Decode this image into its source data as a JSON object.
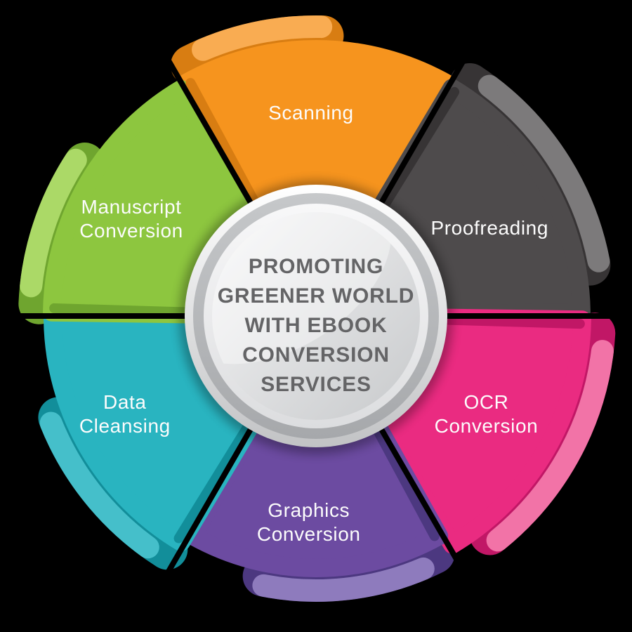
{
  "background_color": "#000000",
  "center_medallion": {
    "text_color": "#646466",
    "lines": [
      "PROMOTING",
      "GREENER WORLD",
      "WITH EBOOK",
      "CONVERSION",
      "SERVICES"
    ]
  },
  "wheel": {
    "gap_color": "#000000",
    "segments": [
      {
        "id": "scanning",
        "label": "Scanning",
        "label_lines": [
          "Scanning"
        ],
        "color": "#F6941E",
        "lip_color": "#F9AC52",
        "edge_color": "#D87D12",
        "start_angle": 330,
        "end_angle": 390,
        "lip_start": 337,
        "lip_end": 361,
        "radius": 393,
        "label_angle": 358.6,
        "label_radius": 289
      },
      {
        "id": "proofreading",
        "label": "Proofreading",
        "label_lines": [
          "Proofreading"
        ],
        "color": "#4E4B4C",
        "lip_color": "#7C7A7B",
        "edge_color": "#373435",
        "start_angle": 30,
        "end_angle": 90,
        "lip_start": 37,
        "lip_end": 79,
        "radius": 391,
        "label_angle": 63.2,
        "label_radius": 277
      },
      {
        "id": "ocr-conversion",
        "label": "OCR Conversion",
        "label_lines": [
          "OCR",
          "Conversion"
        ],
        "color": "#EA2B81",
        "lip_color": "#F273A7",
        "edge_color": "#C11766",
        "start_angle": 90,
        "end_angle": 150,
        "lip_start": 97,
        "lip_end": 141,
        "radius": 392,
        "label_angle": 120,
        "label_radius": 280
      },
      {
        "id": "graphics-conversion",
        "label": "Graphics Conversion",
        "label_lines": [
          "Graphics",
          "Conversion"
        ],
        "color": "#6C4BA1",
        "lip_color": "#8E7BBD",
        "edge_color": "#4C3880",
        "start_angle": 150,
        "end_angle": 210,
        "lip_start": 157,
        "lip_end": 191,
        "radius": 372,
        "label_angle": 182,
        "label_radius": 294
      },
      {
        "id": "data-cleansing",
        "label": "Data Cleansing",
        "label_lines": [
          "Data",
          "Cleansing"
        ],
        "color": "#29B4C0",
        "lip_color": "#45BFCA",
        "edge_color": "#128E9A",
        "start_angle": 210,
        "end_angle": 270,
        "lip_start": 216,
        "lip_end": 248,
        "radius": 388,
        "label_angle": 242.8,
        "label_radius": 306
      },
      {
        "id": "manuscript-conversion",
        "label": "Manuscript Conversion",
        "label_lines": [
          "Manuscript",
          "Conversion"
        ],
        "color": "#8DC63F",
        "lip_color": "#ABD967",
        "edge_color": "#6FA52F",
        "start_angle": 270,
        "end_angle": 330,
        "lip_start": 276,
        "lip_end": 303,
        "radius": 389,
        "label_angle": 297.7,
        "label_radius": 297
      }
    ]
  }
}
